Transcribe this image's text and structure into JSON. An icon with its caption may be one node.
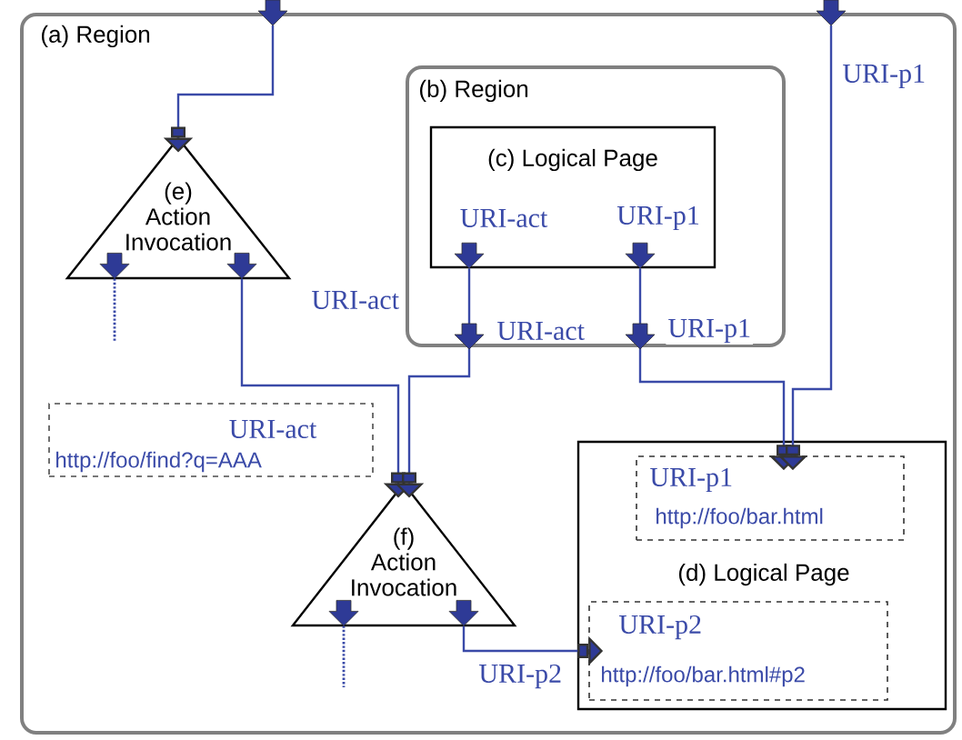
{
  "diagram": {
    "nodes": [
      {
        "text": [
          "(a) Region"
        ]
      },
      {
        "text": [
          "(b) Region"
        ],
        "in": 0
      },
      {
        "text": [
          "(c) Logical Page",
          "URI-act",
          "URI-p1"
        ],
        "in": 1
      },
      {
        "text": [
          "(e) Action Invocation"
        ],
        "in": 0
      },
      {
        "text": [
          "URI-act",
          "http://foo/find?q=AAA"
        ],
        "in": 0
      },
      {
        "text": [
          "(f) Action Invocation"
        ],
        "in": 0
      },
      {
        "text": [
          "(d) Logical Page"
        ],
        "in": 0
      },
      {
        "text": [
          "URI-p1",
          "http://foo/bar.html"
        ],
        "in": 6
      },
      {
        "text": [
          "URI-p2",
          "http://foo/bar.html#p2"
        ],
        "in": 6
      }
    ],
    "edges": [
      {
        "from": null,
        "to": 3,
        "arrow": "to"
      },
      {
        "from": 3,
        "to": null,
        "arrow": "other",
        "style": "dashed"
      },
      {
        "from": 3,
        "to": 5,
        "arrow": "to",
        "label": "URI-act"
      },
      {
        "from": 2,
        "to": 5,
        "arrow": "to",
        "label": "URI-act"
      },
      {
        "from": 2,
        "to": 7,
        "arrow": "to",
        "label": "URI-p1"
      },
      {
        "from": null,
        "to": 7,
        "arrow": "to",
        "label": "URI-p1"
      },
      {
        "from": 5,
        "to": null,
        "arrow": "other",
        "style": "dashed"
      },
      {
        "from": 5,
        "to": 8,
        "arrow": "to",
        "label": "URI-p2"
      }
    ]
  }
}
